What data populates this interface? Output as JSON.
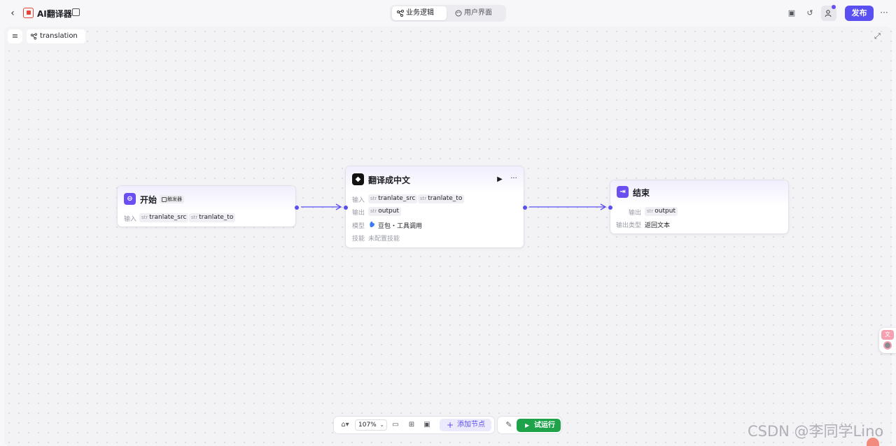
{
  "app": {
    "title": "AI翻译器",
    "tabs": [
      {
        "label": "业务逻辑",
        "active": true
      },
      {
        "label": "用户界面",
        "active": false
      }
    ],
    "publish_label": "发布",
    "accent_color": "#5a4ff0"
  },
  "canvas": {
    "workflow_name": "translation"
  },
  "nodes": {
    "start": {
      "title": "开始",
      "tag": "触发器",
      "input_label": "输入",
      "inputs": [
        {
          "type": "str",
          "name": "tranlate_src"
        },
        {
          "type": "str",
          "name": "tranlate_to"
        }
      ]
    },
    "llm": {
      "title": "翻译成中文",
      "input_label": "输入",
      "inputs": [
        {
          "type": "str",
          "name": "tranlate_src"
        },
        {
          "type": "str",
          "name": "tranlate_to"
        }
      ],
      "output_label": "输出",
      "outputs": [
        {
          "type": "str",
          "name": "output"
        }
      ],
      "model_label": "模型",
      "model_value": "豆包・工具调用",
      "skills_label": "技能",
      "skills_value": "未配置技能"
    },
    "end": {
      "title": "结束",
      "output_label": "输出",
      "outputs": [
        {
          "type": "str",
          "name": "output"
        }
      ],
      "output_type_label": "输出类型",
      "output_type_value": "返回文本"
    }
  },
  "toolbar": {
    "zoom": "107%",
    "add_node_label": "添加节点",
    "trial_run_label": "试运行",
    "run_color": "#1ea34b"
  },
  "watermark": "CSDN @李同学Lino"
}
